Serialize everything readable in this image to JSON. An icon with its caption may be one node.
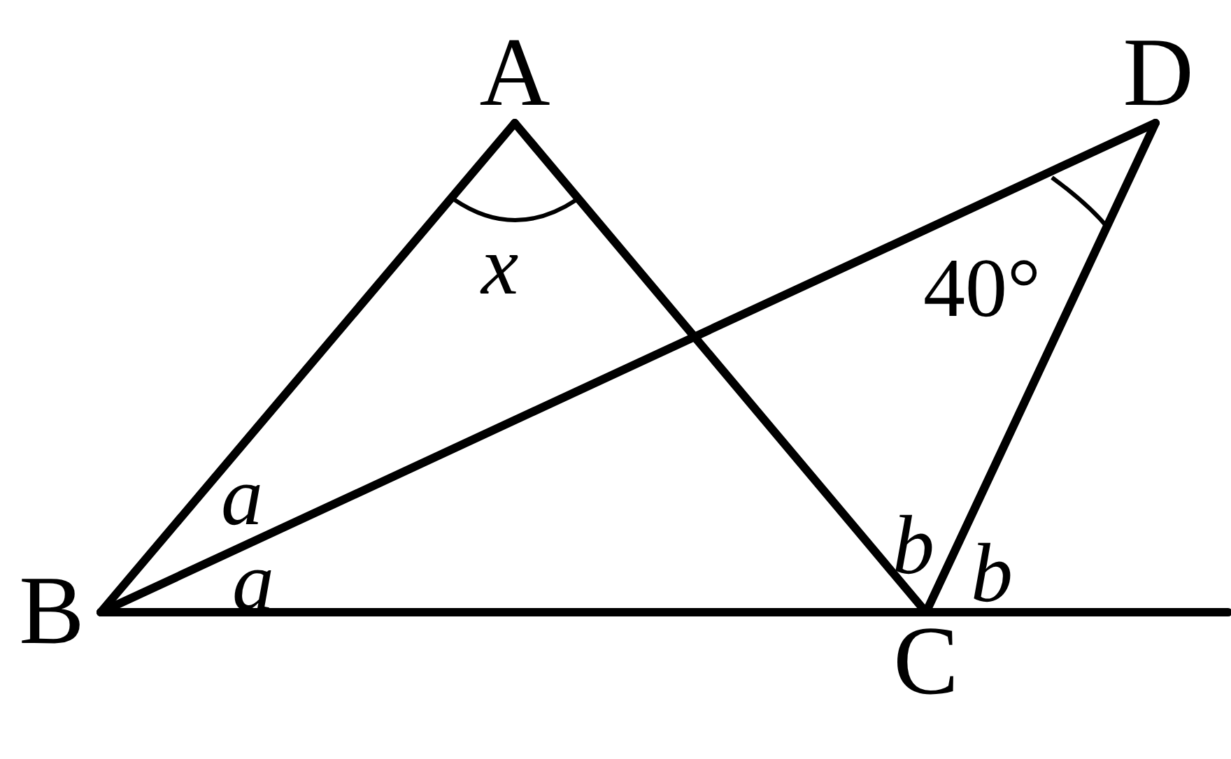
{
  "diagram": {
    "nodes": [
      {
        "text": [
          "A"
        ]
      },
      {
        "text": [
          "B"
        ]
      },
      {
        "text": [
          "C"
        ]
      },
      {
        "text": [
          "D"
        ]
      }
    ],
    "edges": [
      {
        "from": 0,
        "to": 1,
        "arrow": "none"
      },
      {
        "from": 0,
        "to": 2,
        "arrow": "none"
      },
      {
        "from": 1,
        "to": 3,
        "arrow": "none"
      },
      {
        "from": 1,
        "to": 2,
        "arrow": "none"
      },
      {
        "from": 2,
        "to": 3,
        "arrow": "none"
      },
      {
        "from": 2,
        "to": null,
        "arrow": "none"
      }
    ],
    "labels": [
      "x",
      "40°",
      "a",
      "a",
      "b",
      "b"
    ]
  }
}
